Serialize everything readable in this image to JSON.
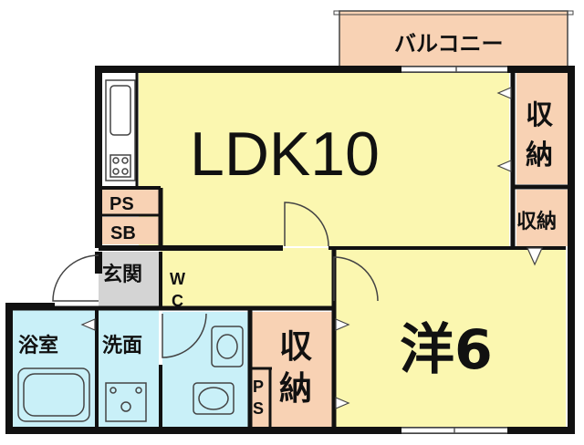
{
  "rooms": {
    "balcony": "バルコニー",
    "ldk": "LDK10",
    "storage_ldk_upper": "収納",
    "storage_ldk_side": "収納",
    "ps_upper": "PS",
    "sb": "SB",
    "entrance": "玄関",
    "wc_w": "W",
    "wc_c": "C",
    "bathroom": "浴室",
    "washroom": "洗面",
    "storage_center": "収納",
    "ps_lower": "PS",
    "western_room": "洋6"
  },
  "colors": {
    "ldk_fill": "#fbf7b0",
    "balcony_fill": "#f8d2b4",
    "storage_fill": "#f8d2b4",
    "wet_fill": "#c9f0f8",
    "western_fill": "#fbf7b0",
    "entrance_fill": "#d4d4d4",
    "wall": "#111111"
  }
}
